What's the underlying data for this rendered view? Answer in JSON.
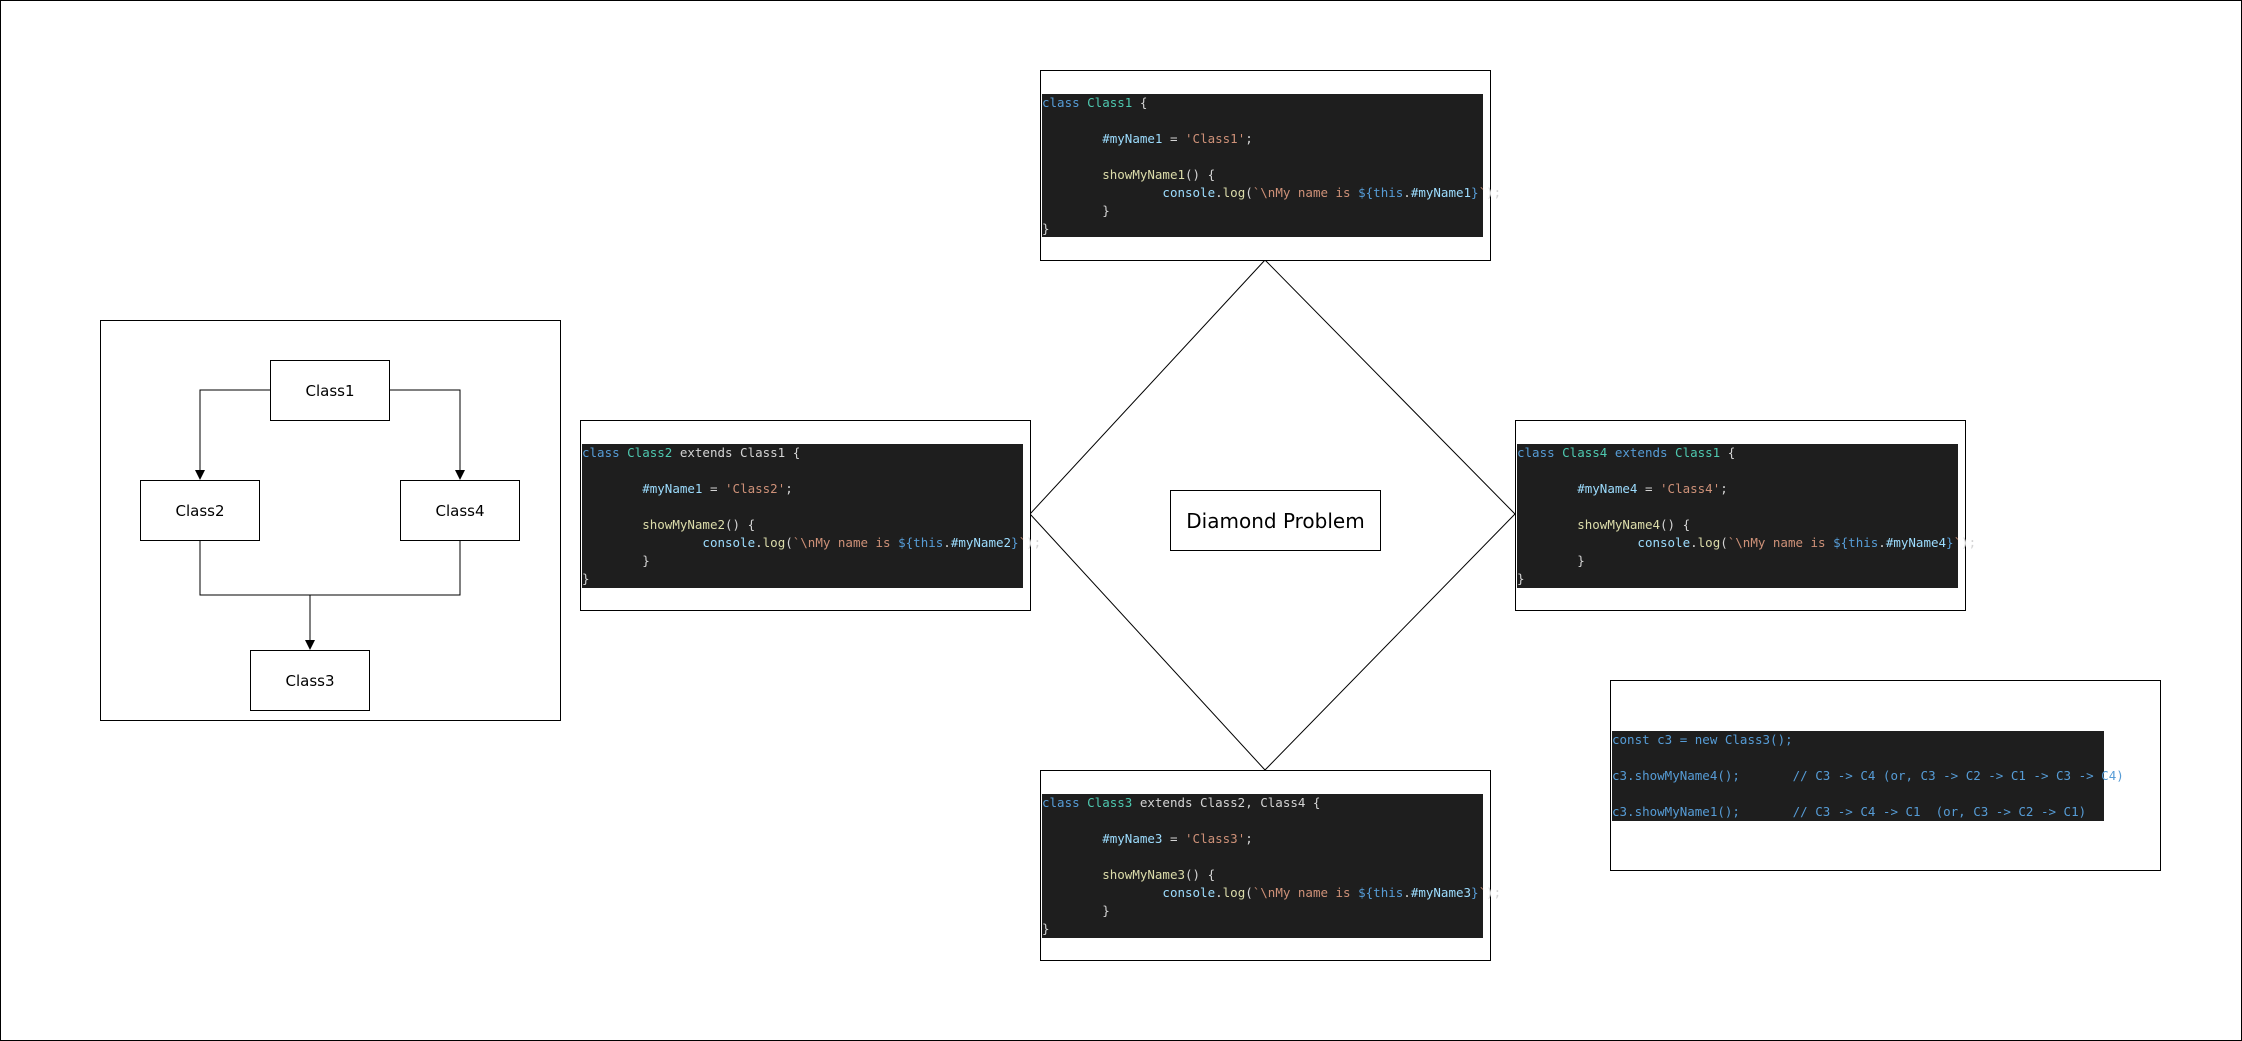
{
  "title": "Diamond Problem",
  "hierarchy": {
    "nodes": [
      "Class1",
      "Class2",
      "Class4",
      "Class3"
    ]
  },
  "code_blocks": {
    "class1": [
      [
        [
          "kw",
          "class "
        ],
        [
          "cls",
          "Class1"
        ],
        [
          "pl",
          " {"
        ]
      ],
      [],
      [
        [
          "pl",
          "        "
        ],
        [
          "prop",
          "#myName1"
        ],
        [
          "pl",
          " = "
        ],
        [
          "str",
          "'Class1'"
        ],
        [
          "pl",
          ";"
        ]
      ],
      [],
      [
        [
          "pl",
          "        "
        ],
        [
          "fn",
          "showMyName1"
        ],
        [
          "pl",
          "() {"
        ]
      ],
      [
        [
          "pl",
          "                "
        ],
        [
          "prop",
          "console"
        ],
        [
          "pl",
          "."
        ],
        [
          "fn",
          "log"
        ],
        [
          "pl",
          "("
        ],
        [
          "str",
          "`\\nMy name is "
        ],
        [
          "kw",
          "${"
        ],
        [
          "kw",
          "this"
        ],
        [
          "pl",
          "."
        ],
        [
          "prop",
          "#myName1"
        ],
        [
          "kw",
          "}"
        ],
        [
          "str",
          "`"
        ],
        [
          "pl",
          ");"
        ]
      ],
      [
        [
          "pl",
          "        }"
        ]
      ],
      [
        [
          "pl",
          "}"
        ]
      ]
    ],
    "class2": [
      [
        [
          "kw",
          "class "
        ],
        [
          "cls",
          "Class2"
        ],
        [
          "pl",
          " extends Class1 {"
        ]
      ],
      [],
      [
        [
          "pl",
          "        "
        ],
        [
          "prop",
          "#myName1"
        ],
        [
          "pl",
          " = "
        ],
        [
          "str",
          "'Class2'"
        ],
        [
          "pl",
          ";"
        ]
      ],
      [],
      [
        [
          "pl",
          "        "
        ],
        [
          "fn",
          "showMyName2"
        ],
        [
          "pl",
          "() {"
        ]
      ],
      [
        [
          "pl",
          "                "
        ],
        [
          "prop",
          "console"
        ],
        [
          "pl",
          "."
        ],
        [
          "fn",
          "log"
        ],
        [
          "pl",
          "("
        ],
        [
          "str",
          "`\\nMy name is "
        ],
        [
          "kw",
          "${"
        ],
        [
          "kw",
          "this"
        ],
        [
          "pl",
          "."
        ],
        [
          "prop",
          "#myName2"
        ],
        [
          "kw",
          "}"
        ],
        [
          "str",
          "`"
        ],
        [
          "pl",
          ");"
        ]
      ],
      [
        [
          "pl",
          "        }"
        ]
      ],
      [
        [
          "pl",
          "}"
        ]
      ]
    ],
    "class4": [
      [
        [
          "kw",
          "class "
        ],
        [
          "cls",
          "Class4"
        ],
        [
          "kw",
          " extends "
        ],
        [
          "cls",
          "Class1"
        ],
        [
          "pl",
          " {"
        ]
      ],
      [],
      [
        [
          "pl",
          "        "
        ],
        [
          "prop",
          "#myName4"
        ],
        [
          "pl",
          " = "
        ],
        [
          "str",
          "'Class4'"
        ],
        [
          "pl",
          ";"
        ]
      ],
      [],
      [
        [
          "pl",
          "        "
        ],
        [
          "fn",
          "showMyName4"
        ],
        [
          "pl",
          "() {"
        ]
      ],
      [
        [
          "pl",
          "                "
        ],
        [
          "prop",
          "console"
        ],
        [
          "pl",
          "."
        ],
        [
          "fn",
          "log"
        ],
        [
          "pl",
          "("
        ],
        [
          "str",
          "`\\nMy name is "
        ],
        [
          "kw",
          "${"
        ],
        [
          "kw",
          "this"
        ],
        [
          "pl",
          "."
        ],
        [
          "prop",
          "#myName4"
        ],
        [
          "kw",
          "}"
        ],
        [
          "str",
          "`"
        ],
        [
          "pl",
          ");"
        ]
      ],
      [
        [
          "pl",
          "        }"
        ]
      ],
      [
        [
          "pl",
          "}"
        ]
      ]
    ],
    "class3": [
      [
        [
          "kw",
          "class "
        ],
        [
          "cls",
          "Class3"
        ],
        [
          "pl",
          " extends Class2, Class4 {"
        ]
      ],
      [],
      [
        [
          "pl",
          "        "
        ],
        [
          "prop",
          "#myName3"
        ],
        [
          "pl",
          " = "
        ],
        [
          "str",
          "'Class3'"
        ],
        [
          "pl",
          ";"
        ]
      ],
      [],
      [
        [
          "pl",
          "        "
        ],
        [
          "fn",
          "showMyName3"
        ],
        [
          "pl",
          "() {"
        ]
      ],
      [
        [
          "pl",
          "                "
        ],
        [
          "prop",
          "console"
        ],
        [
          "pl",
          "."
        ],
        [
          "fn",
          "log"
        ],
        [
          "pl",
          "("
        ],
        [
          "str",
          "`\\nMy name is "
        ],
        [
          "kw",
          "${"
        ],
        [
          "kw",
          "this"
        ],
        [
          "pl",
          "."
        ],
        [
          "prop",
          "#myName3"
        ],
        [
          "kw",
          "}"
        ],
        [
          "str",
          "`"
        ],
        [
          "pl",
          ");"
        ]
      ],
      [
        [
          "pl",
          "        }"
        ]
      ],
      [
        [
          "pl",
          "}"
        ]
      ]
    ],
    "usage": [
      [
        [
          "cm",
          "const c3 = new Class3();"
        ]
      ],
      [],
      [
        [
          "cm",
          "c3.showMyName4();       // C3 -> C4 (or, C3 -> C2 -> C1 -> C3 -> C4)"
        ]
      ],
      [],
      [
        [
          "cm",
          "c3.showMyName1();       // C3 -> C4 -> C1  (or, C3 -> C2 -> C1)"
        ]
      ]
    ]
  },
  "colors": {
    "code_bg": "#1e1e1e",
    "keyword": "#569cd6",
    "class_name": "#4ec9b0",
    "property": "#9cdcfe",
    "function": "#dcdcaa",
    "string": "#ce9178",
    "plain": "#d4d4d4"
  }
}
